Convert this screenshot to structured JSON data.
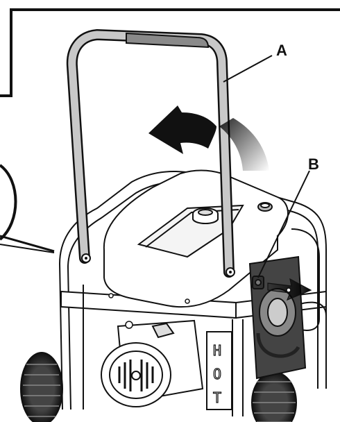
{
  "diagram": {
    "callouts": {
      "a": "A",
      "b": "B"
    },
    "decal": [
      "H",
      "O",
      "T"
    ],
    "colors": {
      "line": "#111111",
      "fill": "#ffffff",
      "handle_grip": "#8a8a8a",
      "shade": "#d0d0d0"
    },
    "icons": {
      "rotate_arrow": "curved-arrow-icon",
      "pull_arrow": "double-arrow-icon"
    }
  }
}
